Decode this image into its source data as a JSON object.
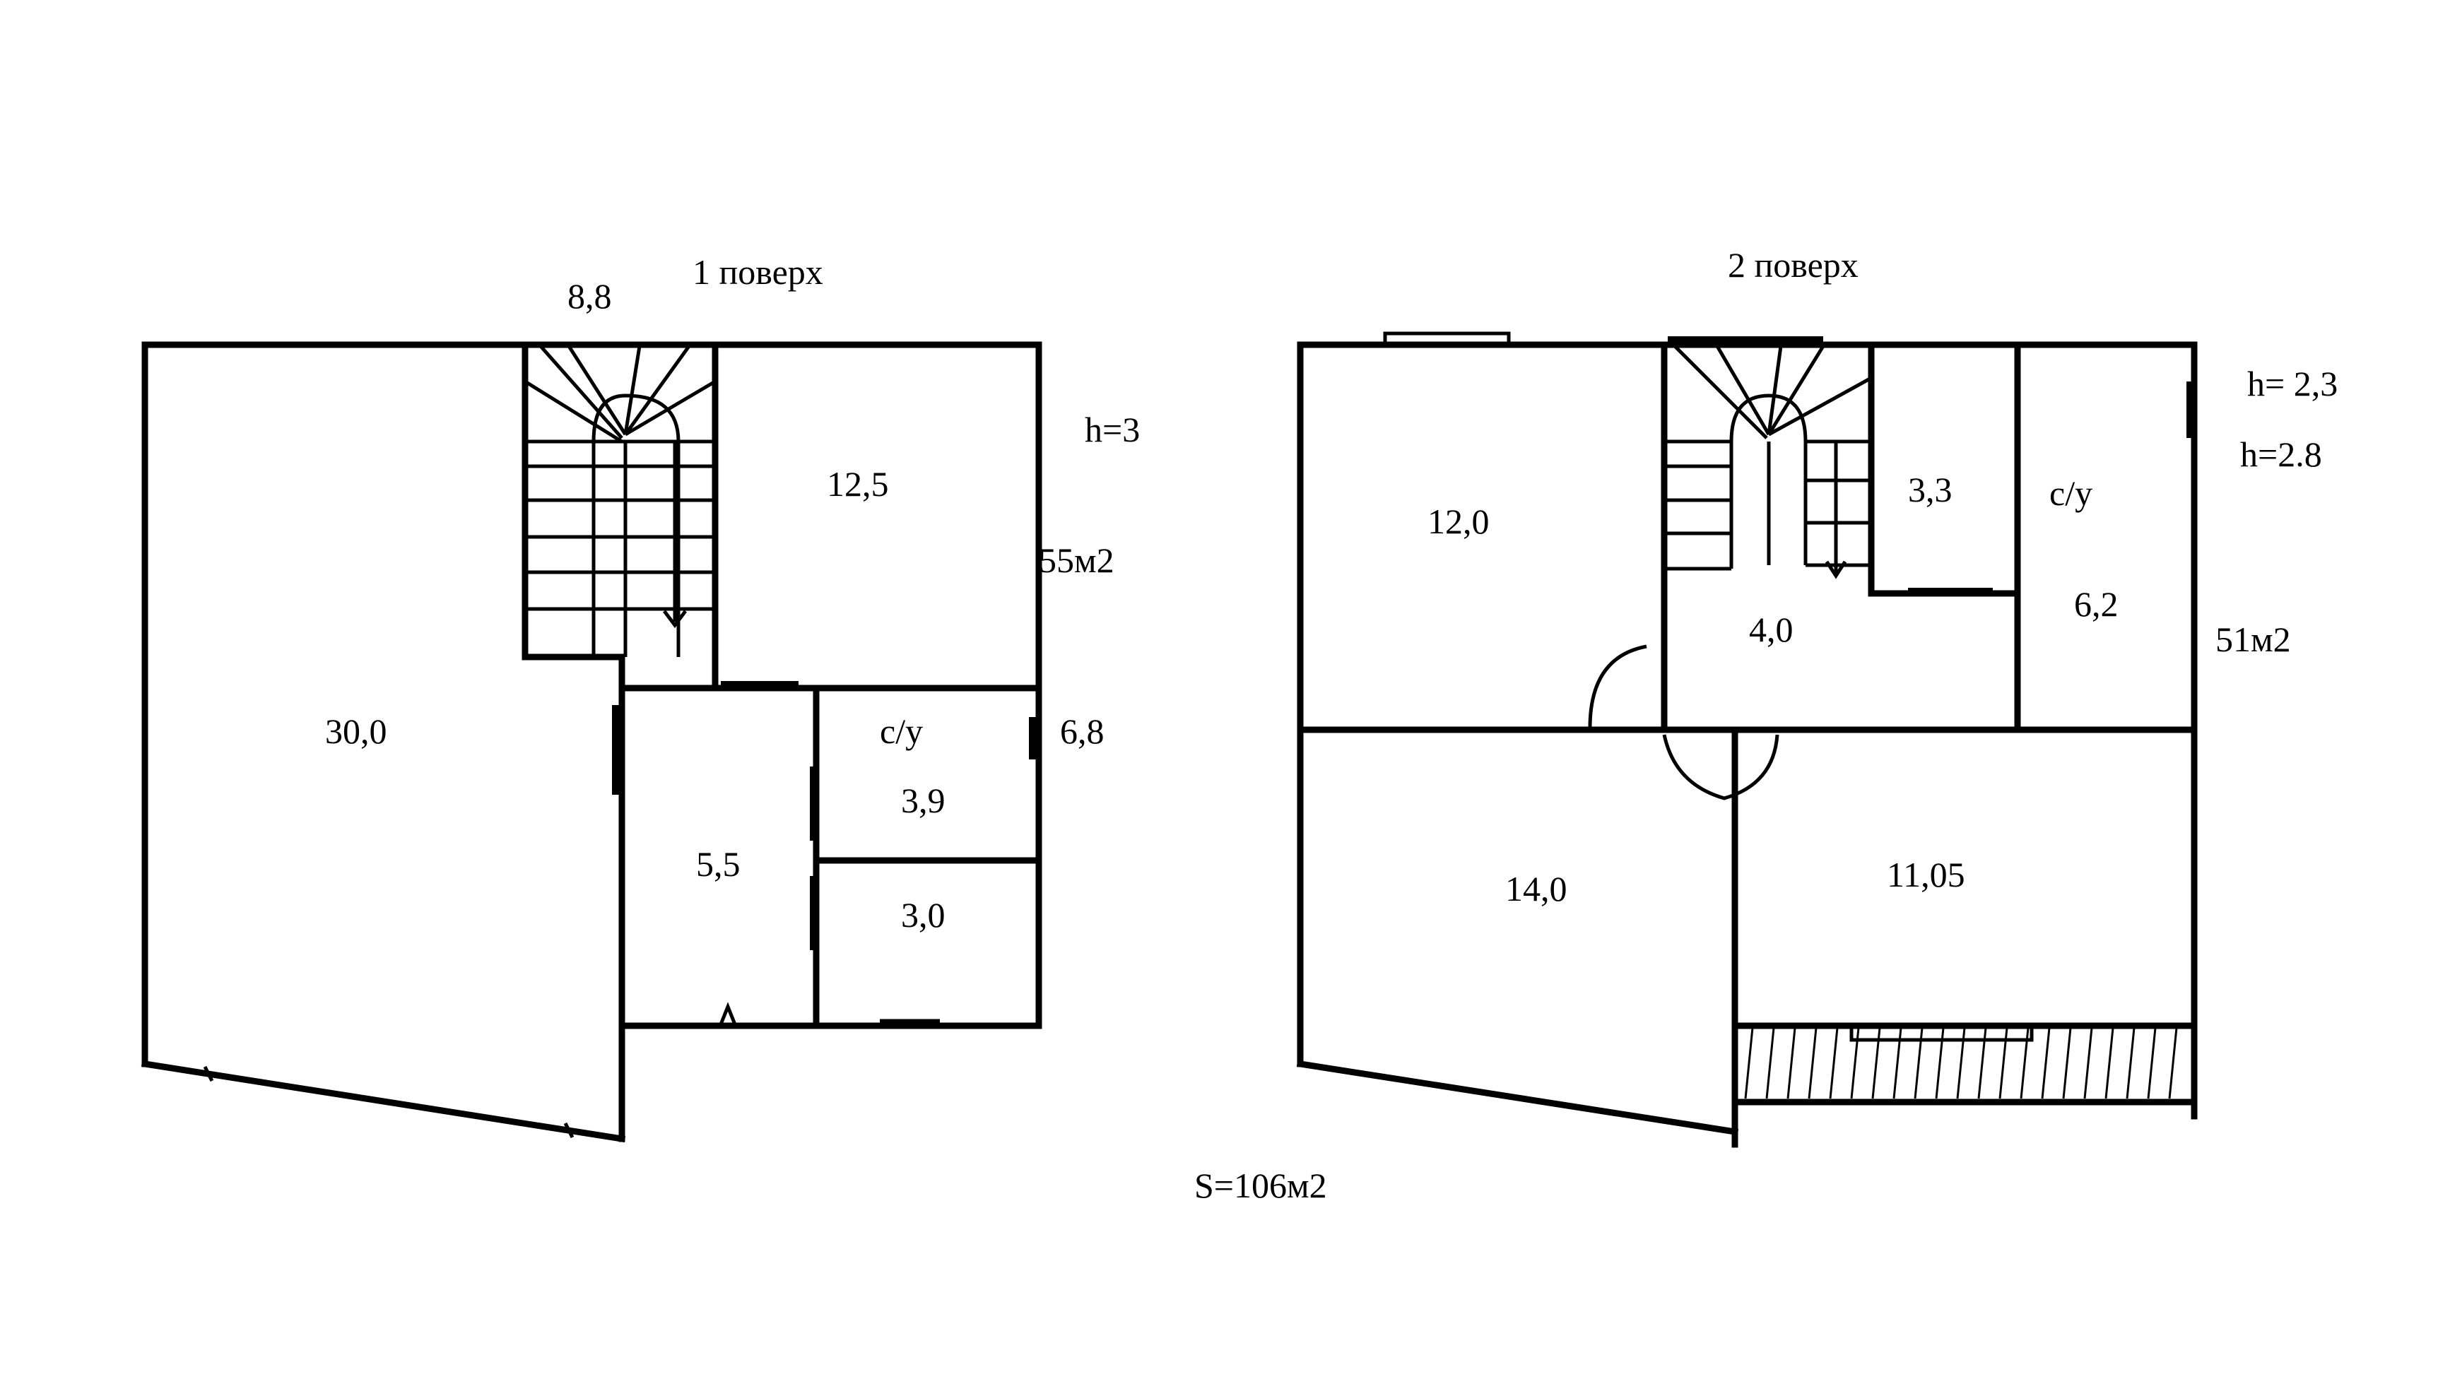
{
  "floor1": {
    "title": "1 поверх",
    "height": "h=3",
    "total_area": "55м2",
    "rooms": {
      "stair": "8,8",
      "main": "30,0",
      "room_right": "12,5",
      "corridor": "5,5",
      "wc_label": "с/у",
      "wc_area": "3,9",
      "small": "3,0",
      "side": "6,8"
    }
  },
  "floor2": {
    "title": "2 поверх",
    "height_a": "h= 2,3",
    "height_b": "h=2.8",
    "total_area": "51м2",
    "rooms": {
      "left_top": "12,0",
      "hall": "4,0",
      "closet": "3,3",
      "wc_label": "с/у",
      "wc_area": "6,2",
      "left_bottom": "14,0",
      "right_bottom": "11,05"
    }
  },
  "total": "S=106м2"
}
